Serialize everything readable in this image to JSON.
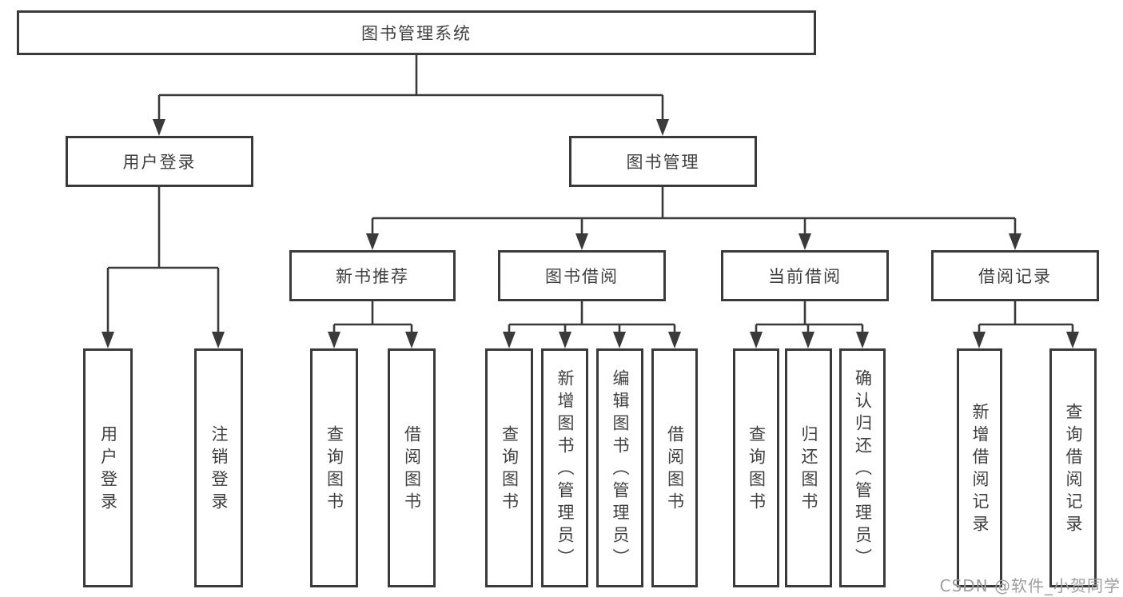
{
  "diagram": {
    "root": {
      "label": "图书管理系统"
    },
    "level2": [
      {
        "label": "用户登录"
      },
      {
        "label": "图书管理"
      }
    ],
    "level3": [
      {
        "label": "新书推荐"
      },
      {
        "label": "图书借阅"
      },
      {
        "label": "当前借阅"
      },
      {
        "label": "借阅记录"
      }
    ],
    "leaves": [
      {
        "label": "用户登录"
      },
      {
        "label": "注销登录"
      },
      {
        "label": "查询图书"
      },
      {
        "label": "借阅图书"
      },
      {
        "label": "查询图书"
      },
      {
        "label": "新增图书（管理员）"
      },
      {
        "label": "编辑图书（管理员）"
      },
      {
        "label": "借阅图书"
      },
      {
        "label": "查询图书"
      },
      {
        "label": "归还图书"
      },
      {
        "label": "确认归还（管理员）"
      },
      {
        "label": "新增借阅记录"
      },
      {
        "label": "查询借阅记录"
      }
    ]
  },
  "watermark": {
    "text": "CSDN @软件_小贺同学"
  },
  "colors": {
    "line": "#3a3a3a",
    "border": "#3a3a3a",
    "text": "#3f3f3f",
    "watermark": "#9e9e9e",
    "background": "#ffffff"
  }
}
